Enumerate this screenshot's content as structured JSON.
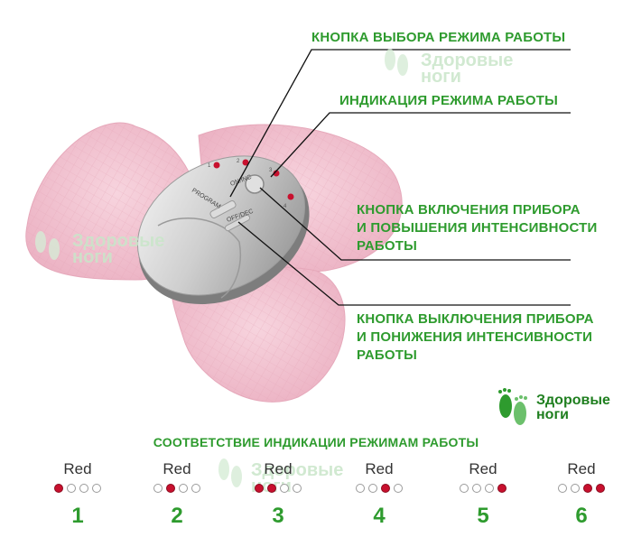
{
  "annotations": [
    "КНОПКА ВЫБОРА РЕЖИМА РАБОТЫ",
    "ИНДИКАЦИЯ РЕЖИМА РАБОТЫ",
    "КНОПКА ВКЛЮЧЕНИЯ ПРИБОРА",
    "И ПОВЫШЕНИЯ ИНТЕНСИВНОСТИ",
    "РАБОТЫ",
    "КНОПКА ВЫКЛЮЧЕНИЯ ПРИБОРА",
    "И ПОНИЖЕНИЯ ИНТЕНСИВНОСТИ",
    "РАБОТЫ"
  ],
  "device": {
    "program_label": "PROGRAM",
    "on_label": "ON/INC",
    "off_label": "OFF/DEC",
    "led_numbers": [
      "1",
      "2",
      "3",
      "4"
    ]
  },
  "watermark": {
    "line1": "Здоровые",
    "line2": "ноги"
  },
  "logo": {
    "line1": "Здоровые",
    "line2": "ноги"
  },
  "modes_title": "СООТВЕТСТВИЕ ИНДИКАЦИИ РЕЖИМАМ РАБОТЫ",
  "mode_label": "Red",
  "modes": [
    {
      "number": "1",
      "leds": [
        1,
        0,
        0,
        0
      ]
    },
    {
      "number": "2",
      "leds": [
        0,
        1,
        0,
        0
      ]
    },
    {
      "number": "3",
      "leds": [
        1,
        1,
        0,
        0
      ]
    },
    {
      "number": "4",
      "leds": [
        0,
        0,
        1,
        0
      ]
    },
    {
      "number": "5",
      "leds": [
        0,
        0,
        0,
        1
      ]
    },
    {
      "number": "6",
      "leds": [
        0,
        0,
        1,
        1
      ]
    }
  ],
  "colors": {
    "green": "#2e9b2e",
    "led_red": "#c8102e",
    "pad_pink": "#f2c6d3"
  }
}
